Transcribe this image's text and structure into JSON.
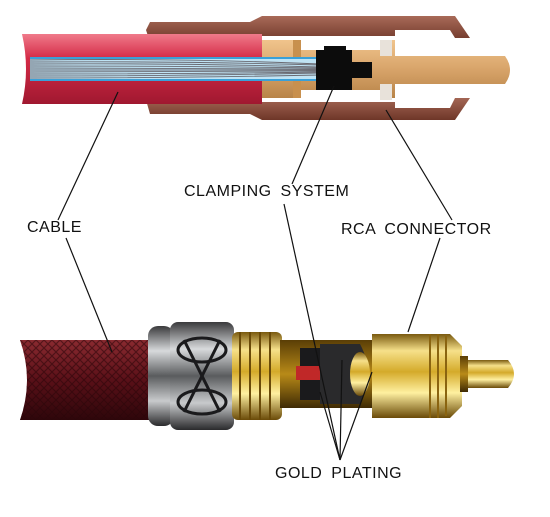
{
  "labels": {
    "clamping_system": "CLAMPING SYSTEM",
    "cable": "CABLE",
    "rca_connector": "RCA CONNECTOR",
    "gold_plating": "GOLD PLATING"
  },
  "colors": {
    "cable_jacket_red": "#d42a46",
    "copper_shell": "#8a4a3a",
    "brass_inner": "#d8a46a",
    "braid_maroon": "#5a1018",
    "gold": "#d4aa2a",
    "chrome": "#8a8c8e"
  }
}
